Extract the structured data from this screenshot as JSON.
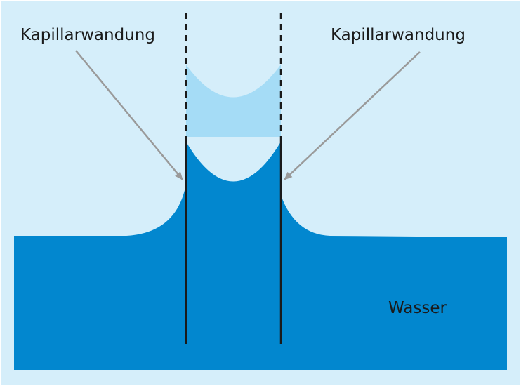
{
  "labels": {
    "wall_left": "Kapillarwandung",
    "wall_right": "Kapillarwandung",
    "water": "Wasser"
  },
  "colors": {
    "background": "#d5eefa",
    "water": "#0287cf",
    "upper_meniscus": "#a5dcf6",
    "wall": "#1a1a1a",
    "arrow": "#9a9a9a",
    "text": "#1a1a1a"
  }
}
